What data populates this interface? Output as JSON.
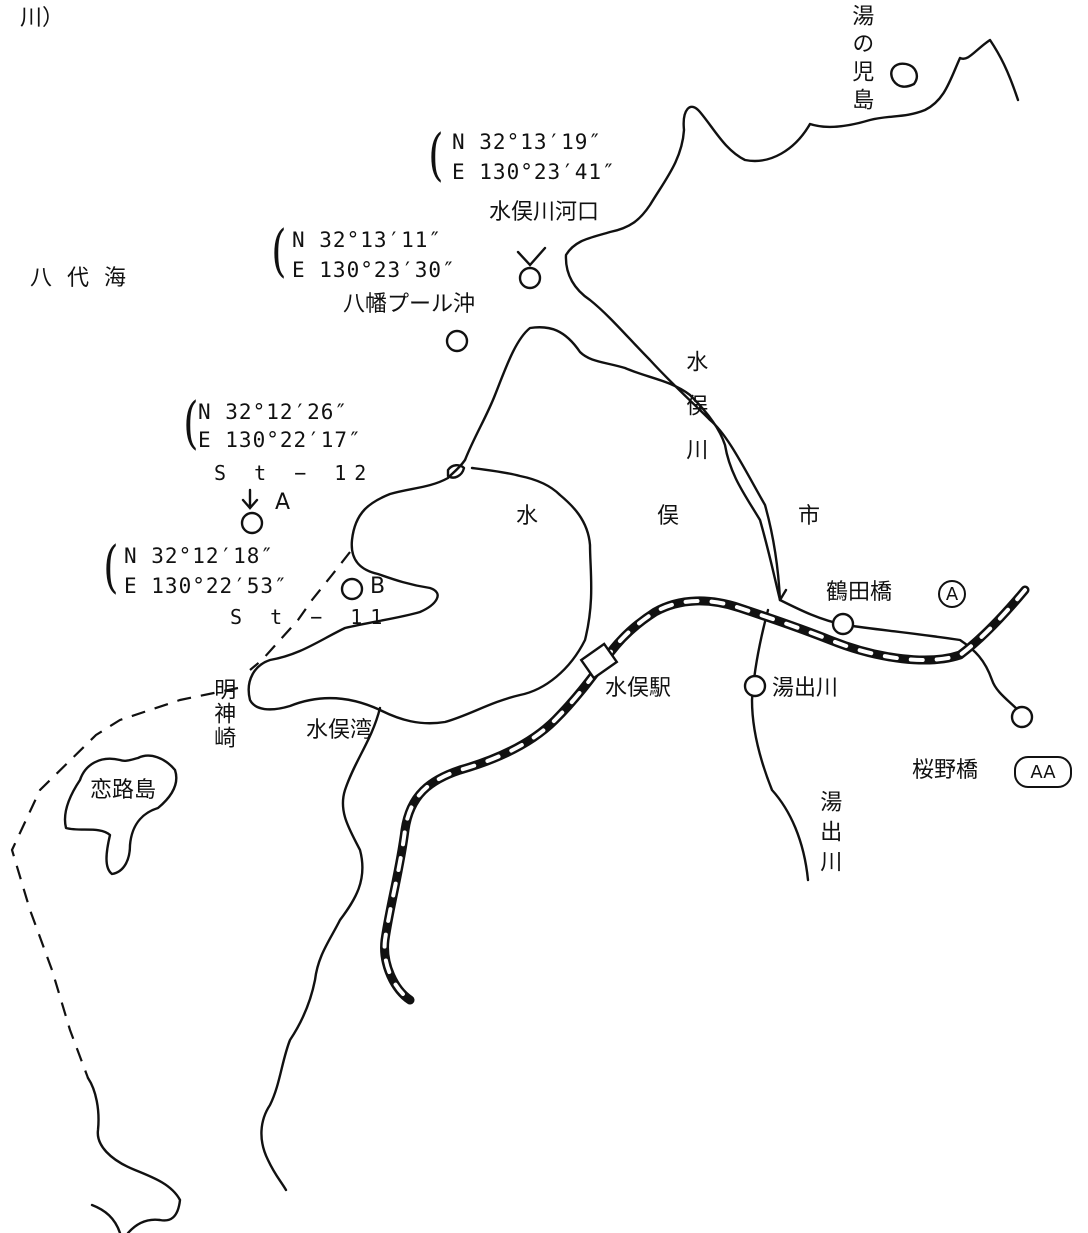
{
  "corner_text": "川）",
  "sea": "八 代 海",
  "islands": {
    "yunokojima": "湯の児島",
    "koijishima": "恋路島"
  },
  "capes": {
    "myojinzaki": "明神崎"
  },
  "bay": "水俣湾",
  "city": "水 俣 市",
  "rivers": {
    "minamata": "水俣川",
    "yudegawa": "湯出川"
  },
  "station": "水俣駅",
  "sampling_points": {
    "river_mouth": {
      "name": "水俣川河口",
      "lat": "N   32°13′19″",
      "lon": "E  130°23′41″"
    },
    "yahata_pool": {
      "name": "八幡プール沖",
      "lat": "N  32°13′11″",
      "lon": "E 130°23′30″"
    },
    "st12": {
      "name": "S t − 12",
      "label": "A",
      "lat": "N   32°12′26″",
      "lon": "E  130°22′17″"
    },
    "st11": {
      "name": "S t − 11",
      "label": "B",
      "lat": "N  32°12′18″",
      "lon": "E 130°22′53″"
    },
    "tsurudabashi": {
      "name": "鶴田橋",
      "badge": "A"
    },
    "yudegawa_point": {
      "name": "湯出川"
    },
    "sakuranobashi": {
      "name": "桜野橋",
      "badge": "AA"
    }
  },
  "colors": {
    "ink": "#111111",
    "paper": "#ffffff"
  }
}
